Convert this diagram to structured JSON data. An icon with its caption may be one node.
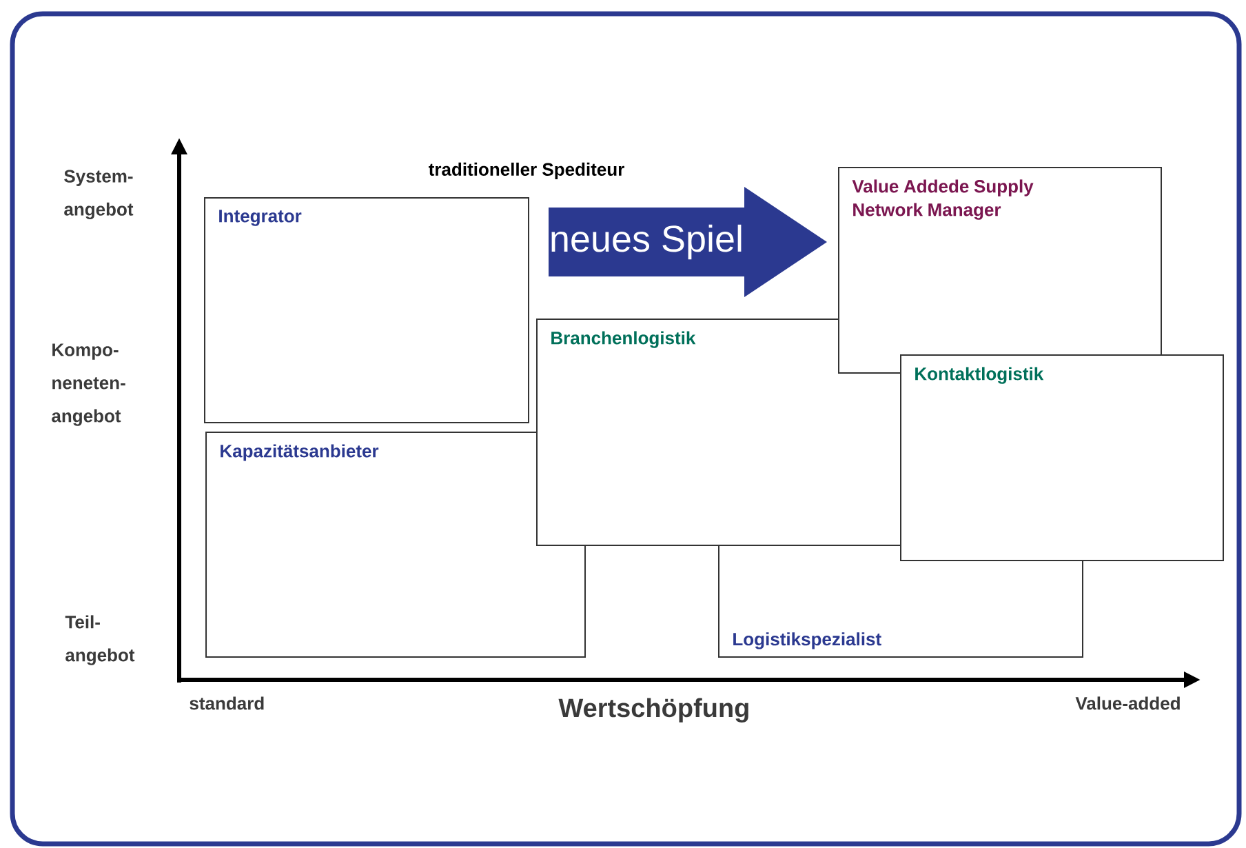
{
  "diagram": {
    "nodes": [
      {
        "text": [
          "Integrator"
        ]
      },
      {
        "text": [
          "Kapazitätsanbieter"
        ]
      },
      {
        "text": [
          "Logistikspezialist"
        ]
      },
      {
        "text": [
          "Branchenlogistik"
        ]
      },
      {
        "text": [
          "Value Addede Supply Network Manager"
        ]
      },
      {
        "text": [
          "Kontaktlogistik"
        ]
      },
      {
        "text": [
          "traditioneller Spediteur"
        ]
      }
    ],
    "edges": [
      {
        "from": null,
        "to": 4,
        "arrow": "to",
        "label": "neues Spiel"
      }
    ],
    "labels": [
      "System- angebot",
      "Kompo- neneten- angebot",
      "Teil- angebot",
      "standard",
      "Wertschöpfung",
      "Value-added"
    ]
  }
}
